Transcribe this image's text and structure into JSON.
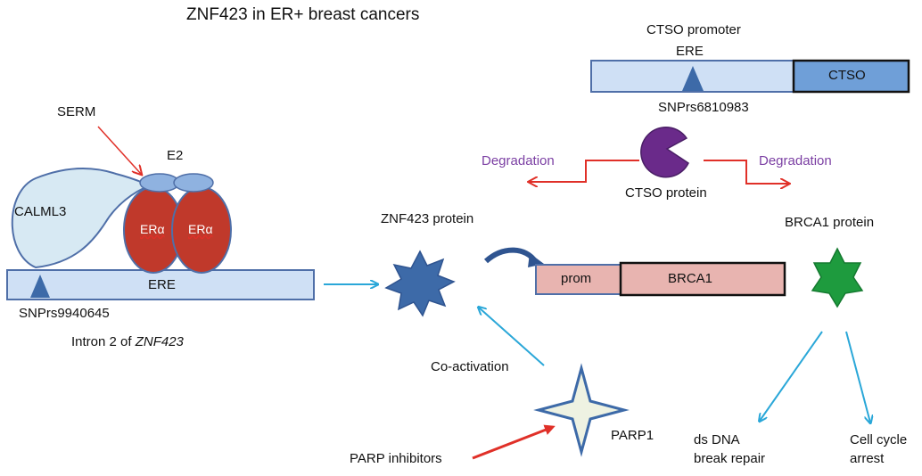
{
  "title": "ZNF423  in ER+ breast cancers",
  "colors": {
    "bar_fill": "#cfe0f5",
    "bar_stroke": "#4f6fa8",
    "eralpha": "#c0392b",
    "calml3_fill": "#d7e9f3",
    "cyan_arrow": "#2aa7d8",
    "red_arrow": "#e03028",
    "degradation_text": "#7b3fa3",
    "ctso_box": "#6f9fd8",
    "brca1_box": "#e8b4b0",
    "brca1_protein": "#1e9b3e",
    "znf423_protein": "#3d6aa8",
    "ctso_protein": "#6a2a8a",
    "parp1": "#eef2e2"
  },
  "left_complex": {
    "serm_label": "SERM",
    "e2_label": "E2",
    "calml3_label": "CALML3",
    "eralpha_labels": [
      "ERα",
      "ERα"
    ],
    "ere_label": "ERE",
    "snp_label": "SNPrs9940645",
    "intron_prefix": "Intron  2 of ",
    "intron_gene": "ZNF423"
  },
  "ctso_region": {
    "promoter_label": "CTSO  promoter",
    "ere_label": "ERE",
    "gene_label": "CTSO",
    "snp_label": "SNPrs6810983",
    "protein_label": "CTSO  protein",
    "degradation_left": "Degradation",
    "degradation_right": "Degradation"
  },
  "brca1_region": {
    "znf423_protein_label": "ZNF423  protein",
    "prom_label": "prom",
    "gene_label": "BRCA1",
    "brca1_protein_label": "BRCA1 protein",
    "outcome_1": [
      "ds DNA",
      "break repair"
    ],
    "outcome_2": [
      "Cell cycle",
      "arrest"
    ]
  },
  "parp_region": {
    "coactivation_label": "Co-activation",
    "parp1_label": "PARP1",
    "inhibitors_label": "PARP inhibitors"
  }
}
